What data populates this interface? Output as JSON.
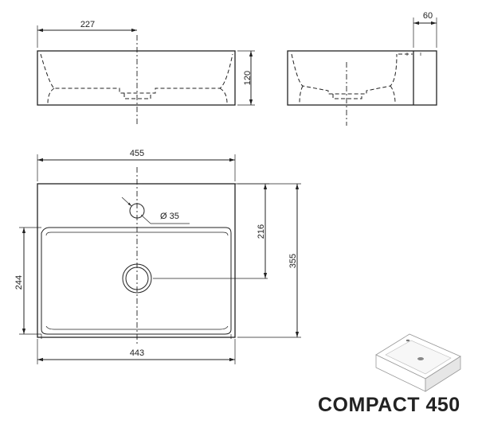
{
  "title": "COMPACT 450",
  "dimensions": {
    "half_width": "227",
    "height": "120",
    "rear_depth": "60",
    "total_width": "455",
    "tap_hole": "Ø 35",
    "drain_offset": "216",
    "total_depth": "355",
    "inner_depth": "244",
    "inner_width": "443"
  }
}
